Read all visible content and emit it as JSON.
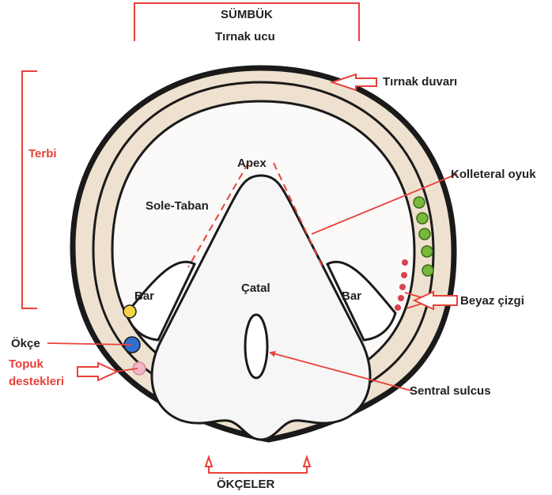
{
  "colors": {
    "outline": "#1a1a1a",
    "callout": "#e8413a",
    "terbi_fill": "#efe1cf",
    "frog_fill": "#f6f6f6",
    "bulb_yellow": "#f4d443",
    "bulb_blue": "#2f6fd0",
    "bulb_pink": "#f6b6c8",
    "white_line_red": "#d8414e",
    "white_line_green": "#78b83a"
  },
  "labels": {
    "sumbuk": "SÜMBÜK",
    "tirnak_ucu": "Tırnak ucu",
    "tirnak_duvari": "Tırnak duvarı",
    "terbi": "Terbi",
    "apex": "Apex",
    "kolleteral_oyuk": "Kolleteral oyuk",
    "sole_taban": "Sole-Taban",
    "catal": "Çatal",
    "bar_left": "Bar",
    "bar_right": "Bar",
    "beyaz_cizgi": "Beyaz çizgi",
    "okce": "Ökçe",
    "topuk_line1": "Topuk",
    "topuk_line2": "destekleri",
    "sentral_sulcus": "Sentral sulcus",
    "okceler": "ÖKÇELER"
  }
}
